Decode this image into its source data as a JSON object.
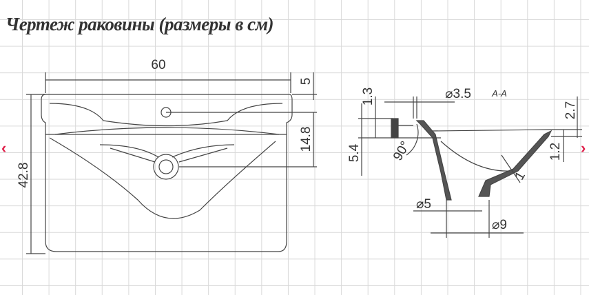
{
  "title": "Чертеж раковины (размеры в см)",
  "top_view": {
    "width": "60",
    "depth": "42.8",
    "rim": "5",
    "tap_to_drain": "14.8"
  },
  "section_view": {
    "label": "A-A",
    "hole_diameter": "⌀3.5",
    "ledge": "1.3",
    "height": "5.4",
    "angle": "90°",
    "wall": "1",
    "drain_inner": "⌀5",
    "drain_outer": "⌀9",
    "rim_height": "2.7",
    "rim_thickness": "1.2"
  },
  "nav": {
    "prev": "‹",
    "next": "›"
  },
  "colors": {
    "line": "#444444",
    "accent": "#e0204a"
  }
}
